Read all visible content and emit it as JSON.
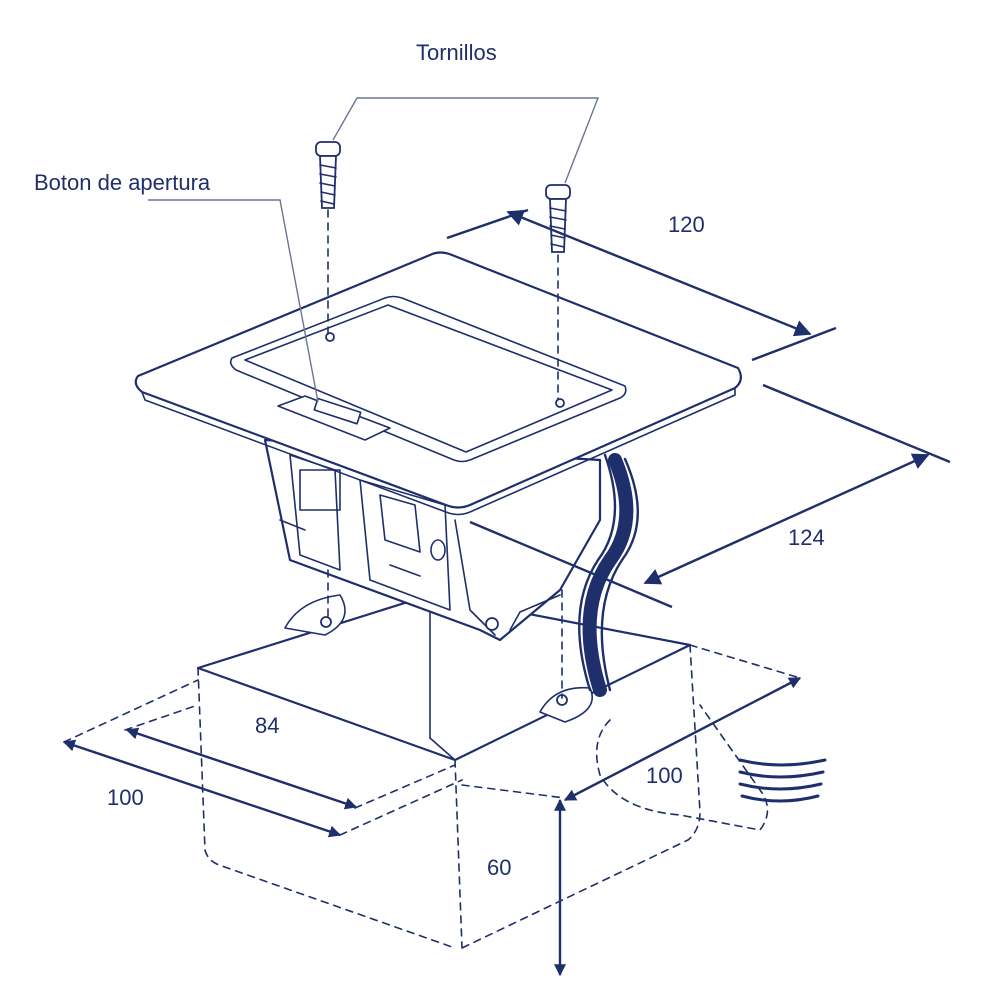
{
  "labels": {
    "screws": "Tornillos",
    "open_button": "Boton de apertura"
  },
  "dimensions": {
    "lid_depth": "120",
    "lid_width": "124",
    "box_inner": "84",
    "box_width": "100",
    "box_depth": "100",
    "box_height": "60"
  },
  "colors": {
    "ink": "#1f2f6b",
    "background": "#ffffff"
  }
}
